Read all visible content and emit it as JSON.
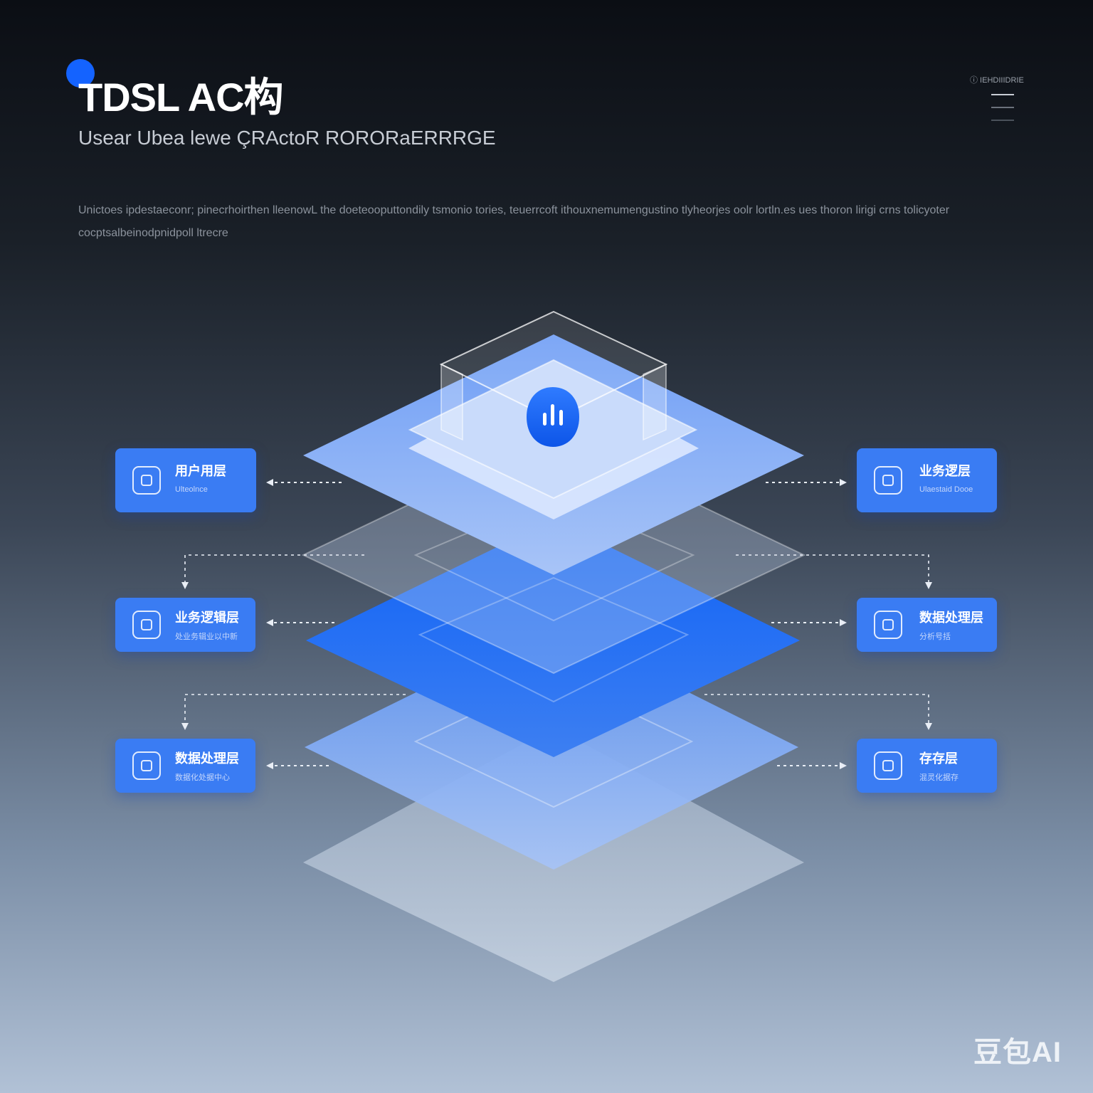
{
  "header": {
    "title": "TDSL AC构",
    "subtitle": "Usear Ubea lewe ÇRActoR RORORaERRRGE",
    "description": "Unictoes ipdestaeconr; pinecrhoirthen lleenowL the doeteooputtondily tsmonio tories, teuerrcoft ithouxnemumengustino tlyheorjes oolr lortln.es ues thoron lirigi crns tolicyoter cocptsalbeinodpnidpoll ltrecre",
    "top_right_label": "ⓘ IEHDIIIDRIE"
  },
  "layers": {
    "left": [
      {
        "title": "用户用层",
        "subtitle": "Ulteolnce",
        "icon": "user-layer-icon"
      },
      {
        "title": "业务逻辑层",
        "subtitle": "处业务辑业以中新",
        "icon": "logic-check-icon"
      },
      {
        "title": "数据处理层",
        "subtitle": "数据化处据中心",
        "icon": "data-cluster-icon"
      }
    ],
    "right": [
      {
        "title": "业务逻层",
        "subtitle": "Ulaestaid Dooe",
        "icon": "check-box-icon"
      },
      {
        "title": "数据处理层",
        "subtitle": "分析号括",
        "icon": "monitor-icon"
      },
      {
        "title": "存存层",
        "subtitle": "混灵化据存",
        "icon": "storage-icon"
      }
    ]
  },
  "core_icon": "audio-bars-icon",
  "colors": {
    "accent": "#1463ff",
    "card": "#3a7cf3",
    "layer_light": "#6f9ef5",
    "layer_strong": "#1566f4"
  },
  "watermark": "豆包AI"
}
